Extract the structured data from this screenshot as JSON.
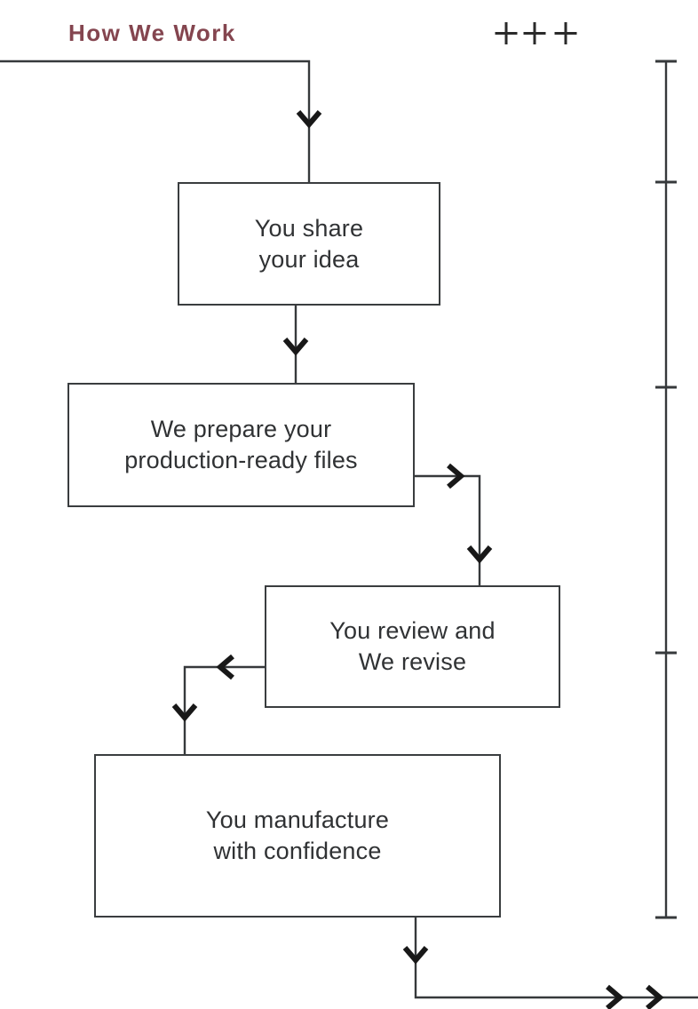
{
  "title": {
    "text": "How We Work"
  },
  "header_icons": {
    "plus_row": {
      "icon": "plus-icon",
      "symbol": "+",
      "count": 3
    }
  },
  "flowchart": {
    "type": "stepped-process",
    "steps": [
      {
        "line1": "You share",
        "line2": "your idea"
      },
      {
        "line1": "We prepare your",
        "line2": "production-ready files"
      },
      {
        "line1": "You review and",
        "line2": "We revise"
      },
      {
        "line1": "You manufacture",
        "line2": "with confidence"
      }
    ],
    "arrows": [
      "down into step 1",
      "down from step 1 to step 2",
      "right then down from step 2 to step 3",
      "left then down from step 3 to step 4",
      "down from step 4 then right off the page (double chevron)"
    ],
    "timeline_ruler": {
      "side": "right",
      "tick_count": 5
    }
  },
  "colors": {
    "background": "#ffffff",
    "title": "#84454f",
    "line": "#36393b",
    "box_border": "#3a3d3f",
    "box_text": "#303234",
    "arrow": "#181818",
    "plus": "#2a2a2a"
  }
}
